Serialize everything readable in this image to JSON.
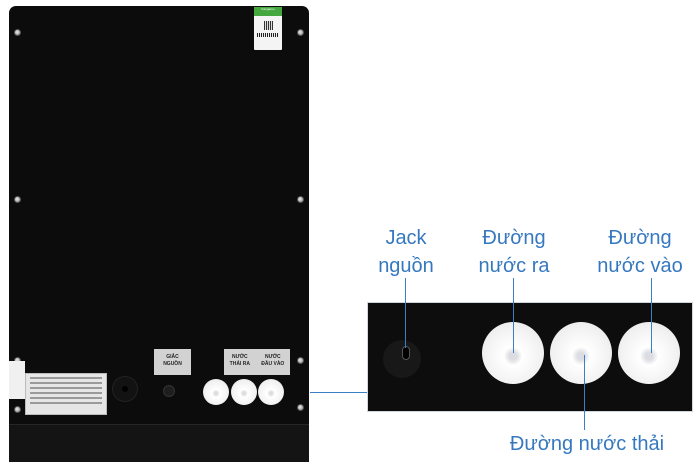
{
  "device": {
    "sticker_brand": "Kangaroo",
    "plate_power": [
      "GIẮC",
      "NGUỒN"
    ],
    "plate_waste": [
      "NƯỚC",
      "THẢI RA"
    ],
    "plate_inlet": [
      "NƯỚC",
      "ĐẦU VÀO"
    ]
  },
  "callouts": {
    "jack": [
      "Jack",
      "nguồn"
    ],
    "outlet": [
      "Đường",
      "nước ra"
    ],
    "inlet": [
      "Đường",
      "nước vào"
    ],
    "waste": "Đường nước thải"
  },
  "colors": {
    "label_blue": "#3578c0",
    "device_black": "#0c0c0c",
    "background": "#ffffff"
  }
}
